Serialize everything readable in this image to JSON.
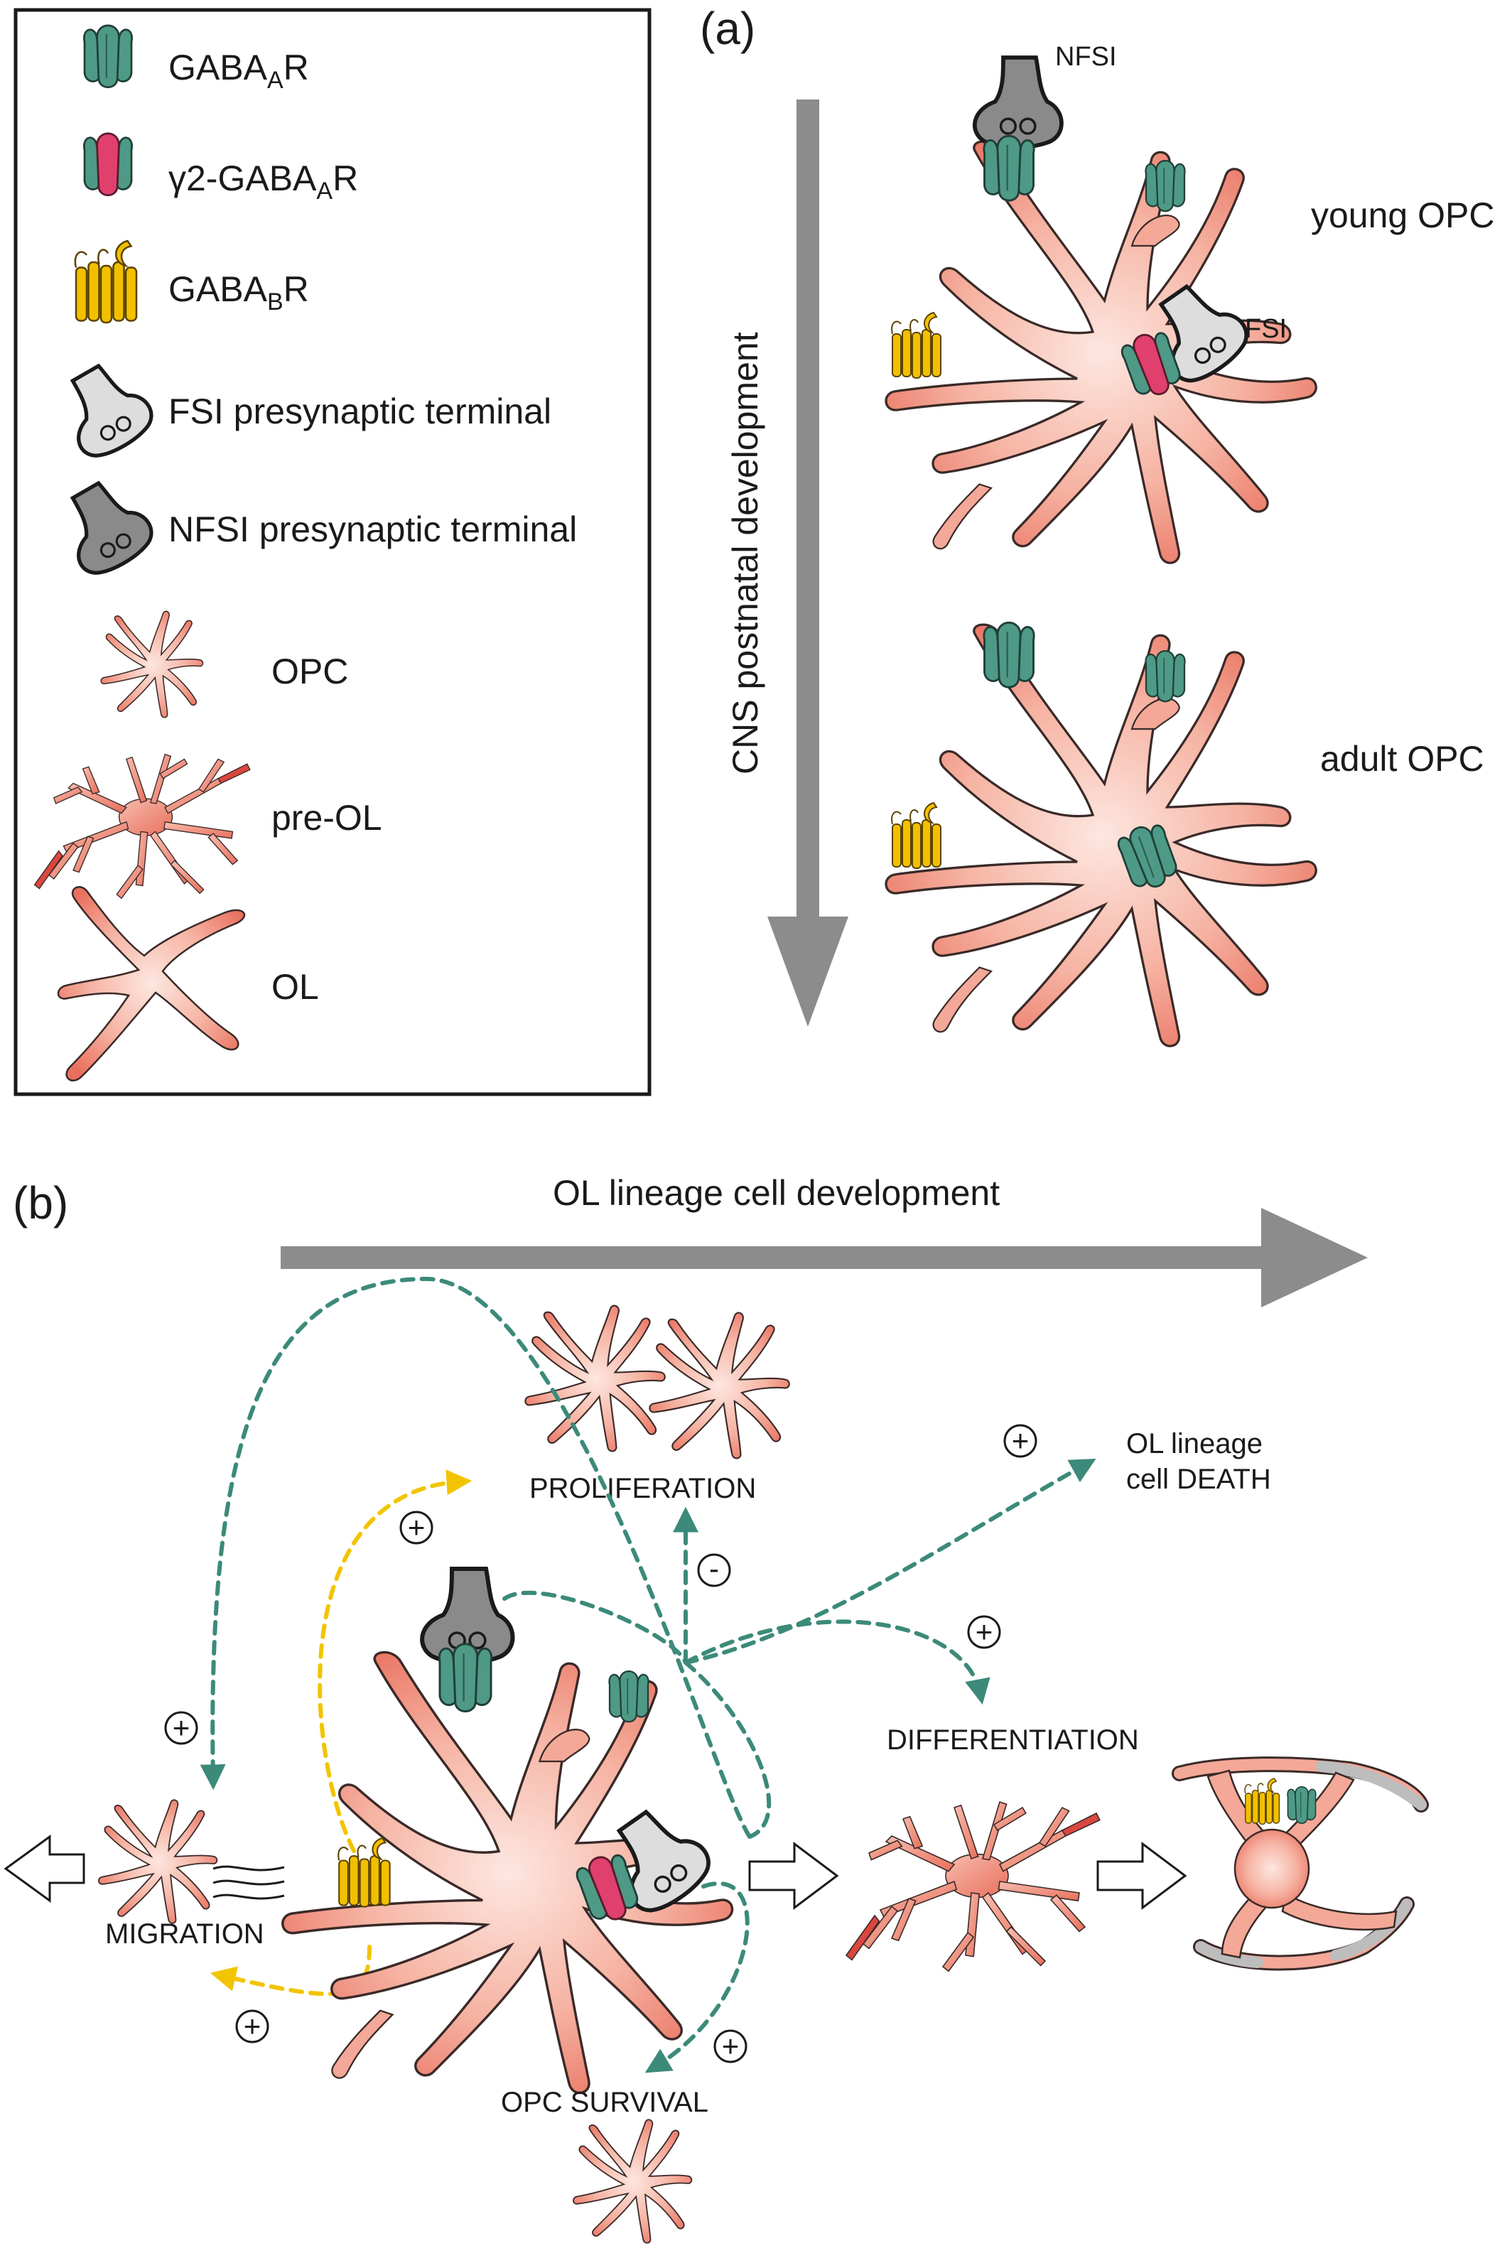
{
  "panel_a": {
    "label": "(a)",
    "axis_label": "CNS postnatal development",
    "young_label": "young OPC",
    "adult_label": "adult OPC",
    "nfsi_label": "NFSI",
    "fsi_label": "FSI"
  },
  "legend": {
    "gabaa_base": "GABA",
    "gabaa_sub": "A",
    "gabaa_suffix": "R",
    "g2_base": "γ2-GABA",
    "g2_sub": "A",
    "g2_suffix": "R",
    "gabab_base": "GABA",
    "gabab_sub": "B",
    "gabab_suffix": "R",
    "fsi_terminal": "FSI presynaptic terminal",
    "nfsi_terminal": "NFSI presynaptic terminal",
    "opc": "OPC",
    "preol": "pre-OL",
    "ol": "OL"
  },
  "panel_b": {
    "label": "(b)",
    "development": "OL lineage cell development",
    "proliferation": "PROLIFERATION",
    "death_line1": "OL lineage",
    "death_line2": "cell DEATH",
    "differentiation": "DIFFERENTIATION",
    "migration": "MIGRATION",
    "survival": "OPC SURVIVAL",
    "plus": "+",
    "minus": "-"
  },
  "colors": {
    "cell_fill": "#f4a898",
    "cell_light": "#fde3dc",
    "cell_stroke": "#3a2a28",
    "gabaa": "#4e9a86",
    "gamma2": "#e0406e",
    "gabab": "#f2c000",
    "fsi_terminal": "#dddddd",
    "nfsi_terminal": "#8a8a8a",
    "green_arrow": "#3c8a7a",
    "yellow_arrow": "#f2c400",
    "grey_arrow": "#8c8c8c",
    "myelin": "#bdbdbd"
  }
}
